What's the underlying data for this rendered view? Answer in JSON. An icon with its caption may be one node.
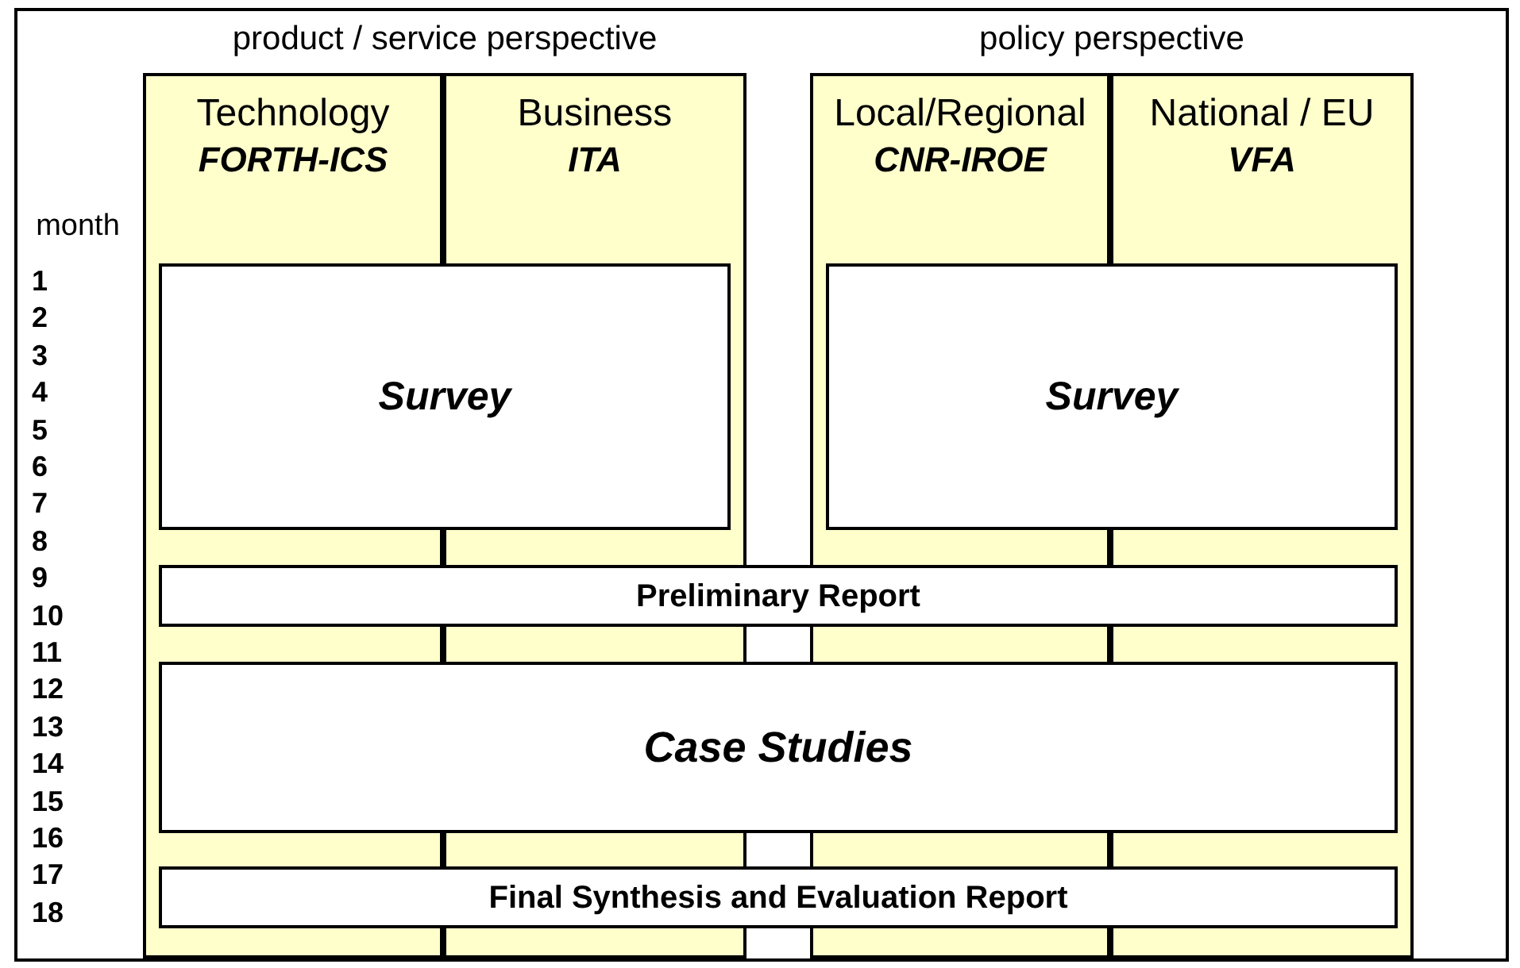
{
  "diagram": {
    "nodes": [
      {
        "text": [
          "Technology",
          "FORTH-ICS"
        ]
      },
      {
        "text": [
          "Business",
          "ITA"
        ]
      },
      {
        "text": [
          "Local/Regional",
          "CNR-IROE"
        ]
      },
      {
        "text": [
          "National / EU",
          "VFA"
        ]
      },
      {
        "text": [
          "Survey"
        ]
      },
      {
        "text": [
          "Survey"
        ]
      },
      {
        "text": [
          "Preliminary Report"
        ]
      },
      {
        "text": [
          "Case Studies"
        ]
      },
      {
        "text": [
          "Final Synthesis and Evaluation Report"
        ]
      }
    ],
    "labels": [
      "product / service perspective",
      "policy perspective",
      "month",
      "1",
      "2",
      "3",
      "4",
      "5",
      "6",
      "7",
      "8",
      "9",
      "10",
      "11",
      "12",
      "13",
      "14",
      "15",
      "16",
      "17",
      "18"
    ]
  }
}
